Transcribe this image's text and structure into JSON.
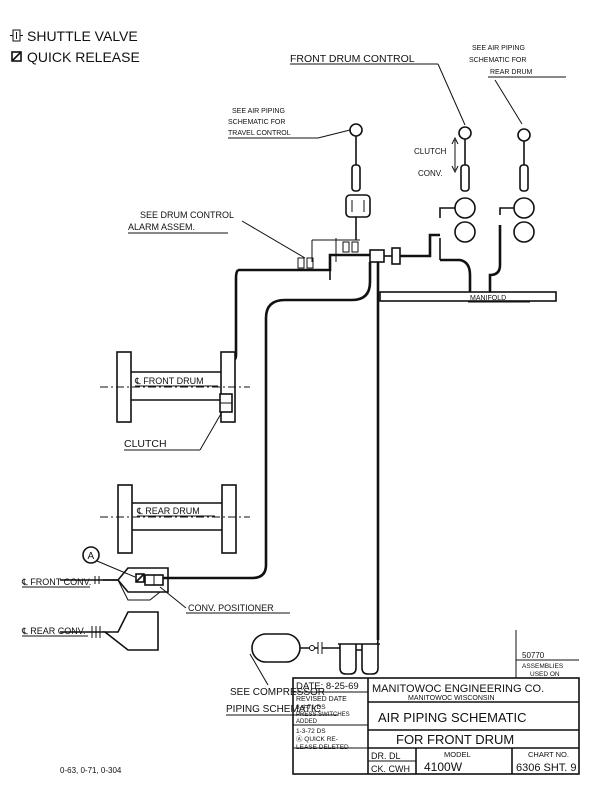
{
  "legend": {
    "shuttle_valve": "SHUTTLE VALVE",
    "quick_release": "QUICK RELEASE"
  },
  "labels": {
    "front_drum_control": "FRONT DRUM CONTROL",
    "rear_drum_ref_1": "SEE AIR PIPING",
    "rear_drum_ref_2": "SCHEMATIC FOR",
    "rear_drum_ref_3": "REAR DRUM",
    "travel_ref_1": "SEE AIR PIPING",
    "travel_ref_2": "SCHEMATIC FOR",
    "travel_ref_3": "TRAVEL CONTROL",
    "clutch_lever": "CLUTCH",
    "conv_lever": "CONV.",
    "drum_alarm_1": "SEE DRUM CONTROL",
    "drum_alarm_2": "ALARM ASSEM.",
    "manifold": "MANIFOLD",
    "front_drum": "℄ FRONT DRUM",
    "clutch": "CLUTCH",
    "rear_drum": "℄ REAR DRUM",
    "callout_a": "A",
    "front_conv": "℄ FRONT CONV.",
    "conv_positioner": "CONV. POSITIONER",
    "rear_conv": "℄ REAR CONV.",
    "compressor_1": "SEE COMPRESSOR",
    "compressor_2": "PIPING SCHEMATIC",
    "footer_note": "0-63, 0-71, 0-304"
  },
  "title_block": {
    "assemblies_no": "50770",
    "assemblies_1": "ASSEMBLIES",
    "assemblies_2": "USED ON",
    "date": "DATE: 8-25-69",
    "revised_1": "REVISED DATE",
    "revised_2": "3-4-71 DS",
    "revised_3": "PRESS SWITCHES",
    "revised_4": "ADDED",
    "revised_5": "1-3-72 DS",
    "revised_6": "Ⓐ QUICK RE-",
    "revised_7": "LEASE DELETED",
    "company": "MANITOWOC ENGINEERING CO.",
    "city": "MANITOWOC WISCONSIN",
    "title_1": "AIR PIPING SCHEMATIC",
    "title_2": "FOR FRONT DRUM",
    "drawn": "DR. DL",
    "checked": "CK. CWH",
    "model_label": "MODEL",
    "model": "4100W",
    "chart_label": "CHART NO.",
    "chart": "6306 SHT. 9"
  }
}
